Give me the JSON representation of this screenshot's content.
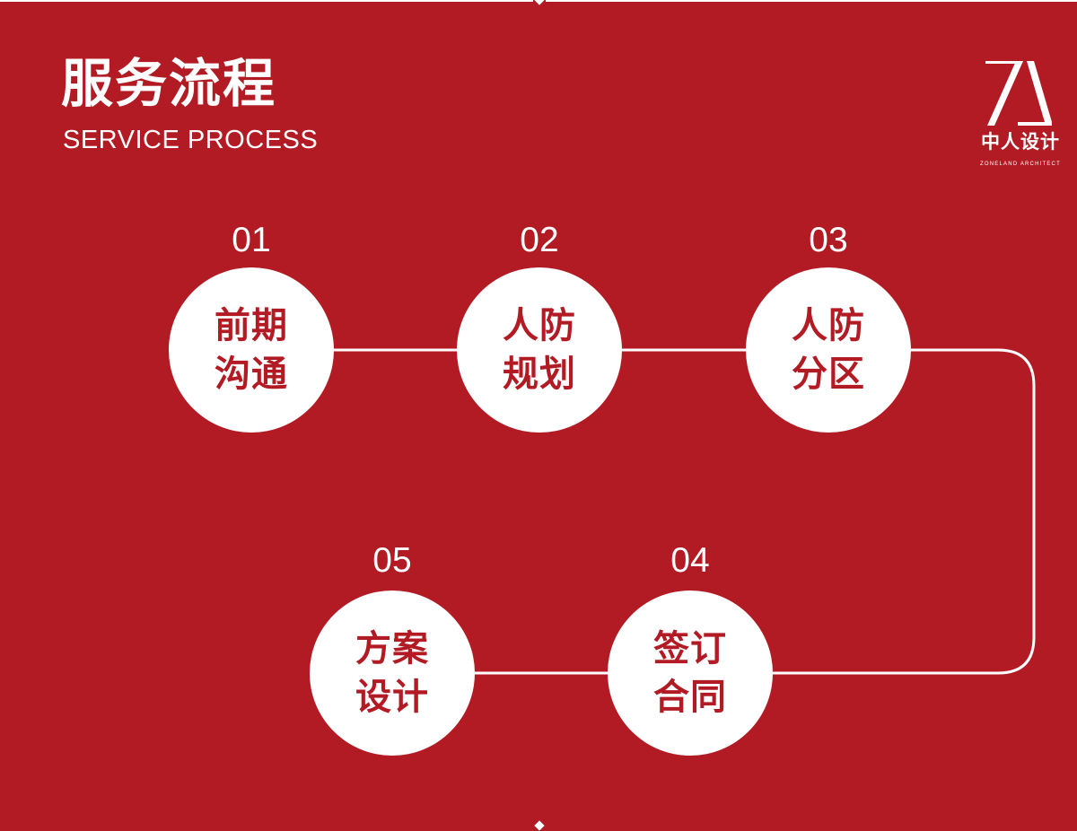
{
  "header": {
    "title": "服务流程",
    "subtitle": "SERVICE PROCESS"
  },
  "logo": {
    "mark": "ZL",
    "name_cn": "中人设计",
    "name_en": "ZONELAND ARCHITECT"
  },
  "steps": [
    {
      "number": "01",
      "line1": "前期",
      "line2": "沟通"
    },
    {
      "number": "02",
      "line1": "人防",
      "line2": "规划"
    },
    {
      "number": "03",
      "line1": "人防",
      "line2": "分区"
    },
    {
      "number": "04",
      "line1": "签订",
      "line2": "合同"
    },
    {
      "number": "05",
      "line1": "方案",
      "line2": "设计"
    }
  ],
  "colors": {
    "background": "#b31b24",
    "circle": "#ffffff",
    "step_text": "#b31b24",
    "line": "#ffffff"
  }
}
